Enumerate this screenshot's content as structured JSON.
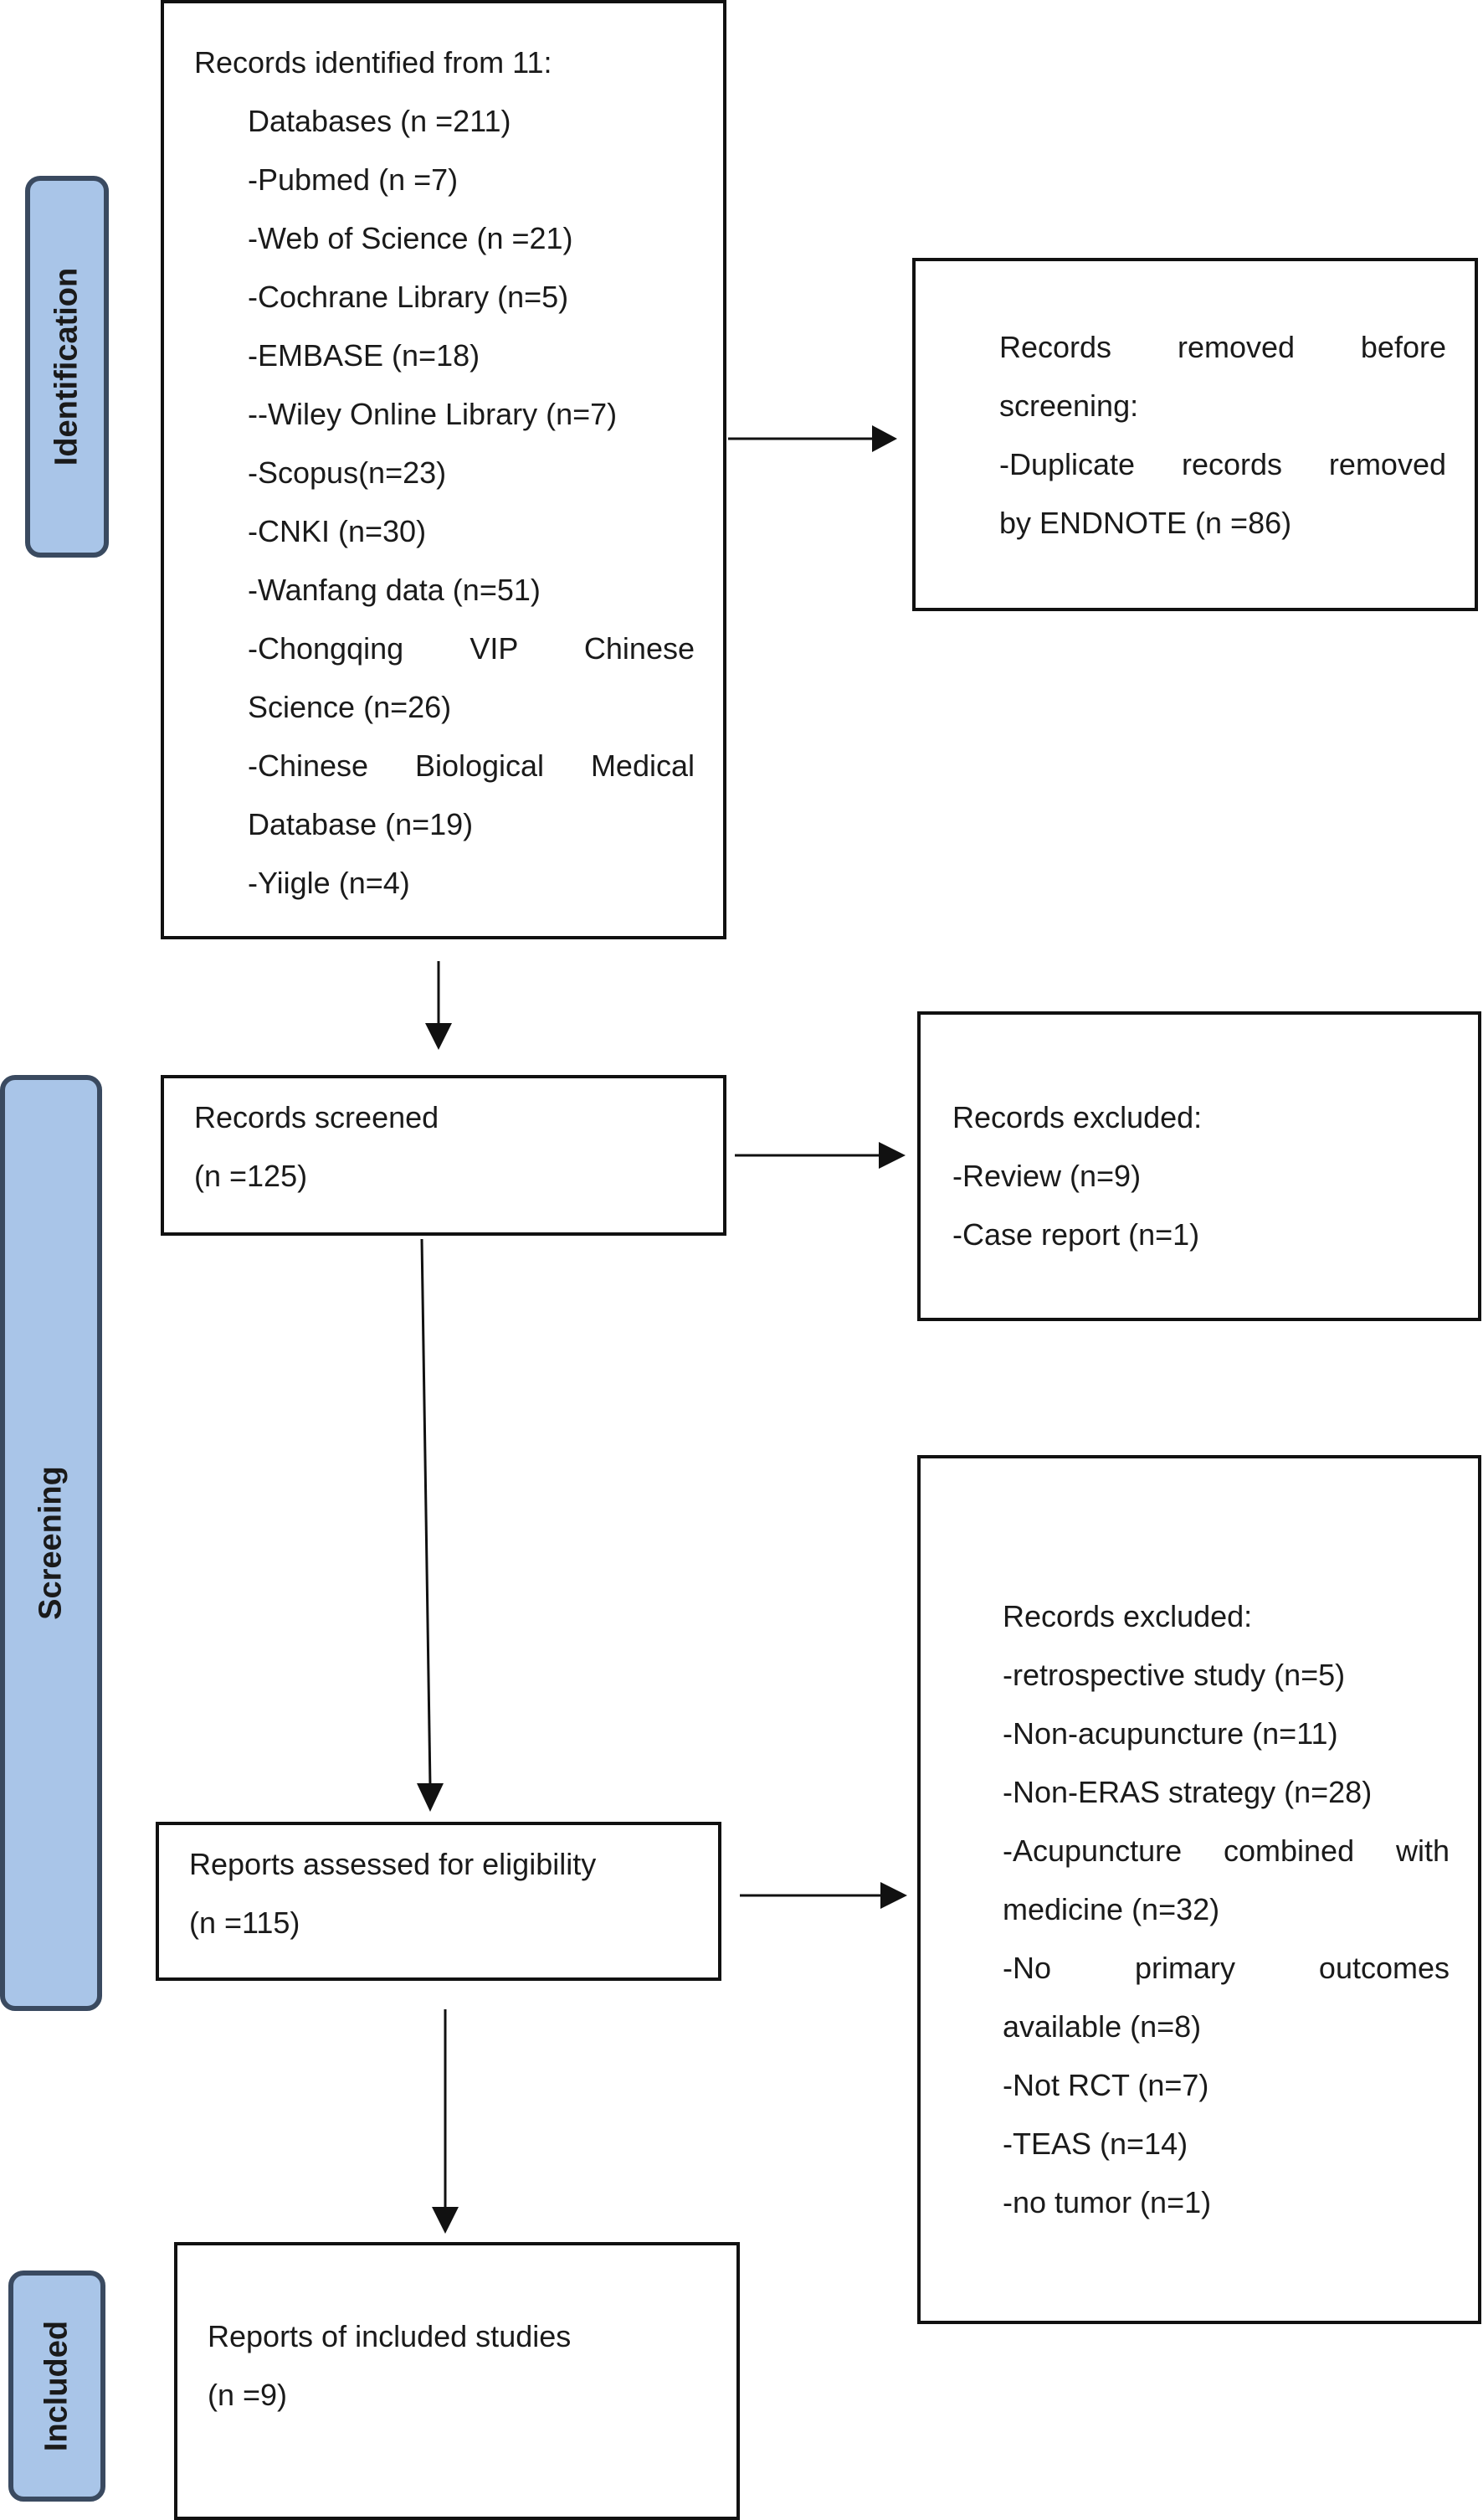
{
  "phases": {
    "identification": "Identification",
    "screening": "Screening",
    "included": "Included"
  },
  "identified": {
    "heading": "Records identified from 11:",
    "items": [
      "Databases (n =211)",
      "-Pubmed (n =7)",
      "-Web of Science (n =21)",
      "-Cochrane Library (n=5)",
      "-EMBASE (n=18)",
      "--Wiley Online Library (n=7)",
      "-Scopus(n=23)",
      "-CNKI (n=30)",
      "-Wanfang data (n=51)",
      "-Chongqing VIP Chinese",
      "Science (n=26)",
      "-Chinese Biological Medical",
      "Database (n=19)",
      "-Yiigle (n=4)"
    ]
  },
  "removed": {
    "lines": [
      "Records removed before",
      "screening:",
      "-Duplicate records removed",
      "by ENDNOTE (n =86)"
    ]
  },
  "screened": {
    "title": "Records screened",
    "count": "(n =125)"
  },
  "excluded_screening": {
    "heading": "Records excluded:",
    "items": [
      "-Review (n=9)",
      "-Case report (n=1)"
    ]
  },
  "eligibility": {
    "title": "Reports assessed for eligibility",
    "count": "(n =115)"
  },
  "excluded_eligibility": {
    "heading": "Records excluded:",
    "items": [
      "-retrospective study (n=5)",
      "-Non-acupuncture (n=11)",
      "-Non-ERAS strategy (n=28)",
      "-Acupuncture combined with",
      "medicine (n=32)",
      "-No primary outcomes",
      "available (n=8)",
      "-Not RCT (n=7)",
      "-TEAS (n=14)",
      "-no tumor (n=1)"
    ]
  },
  "included": {
    "title": "Reports of included studies",
    "count": "(n =9)"
  },
  "colors": {
    "phase_fill": "#a9c5e8",
    "phase_border": "#3a4a60",
    "box_border": "#111111"
  }
}
